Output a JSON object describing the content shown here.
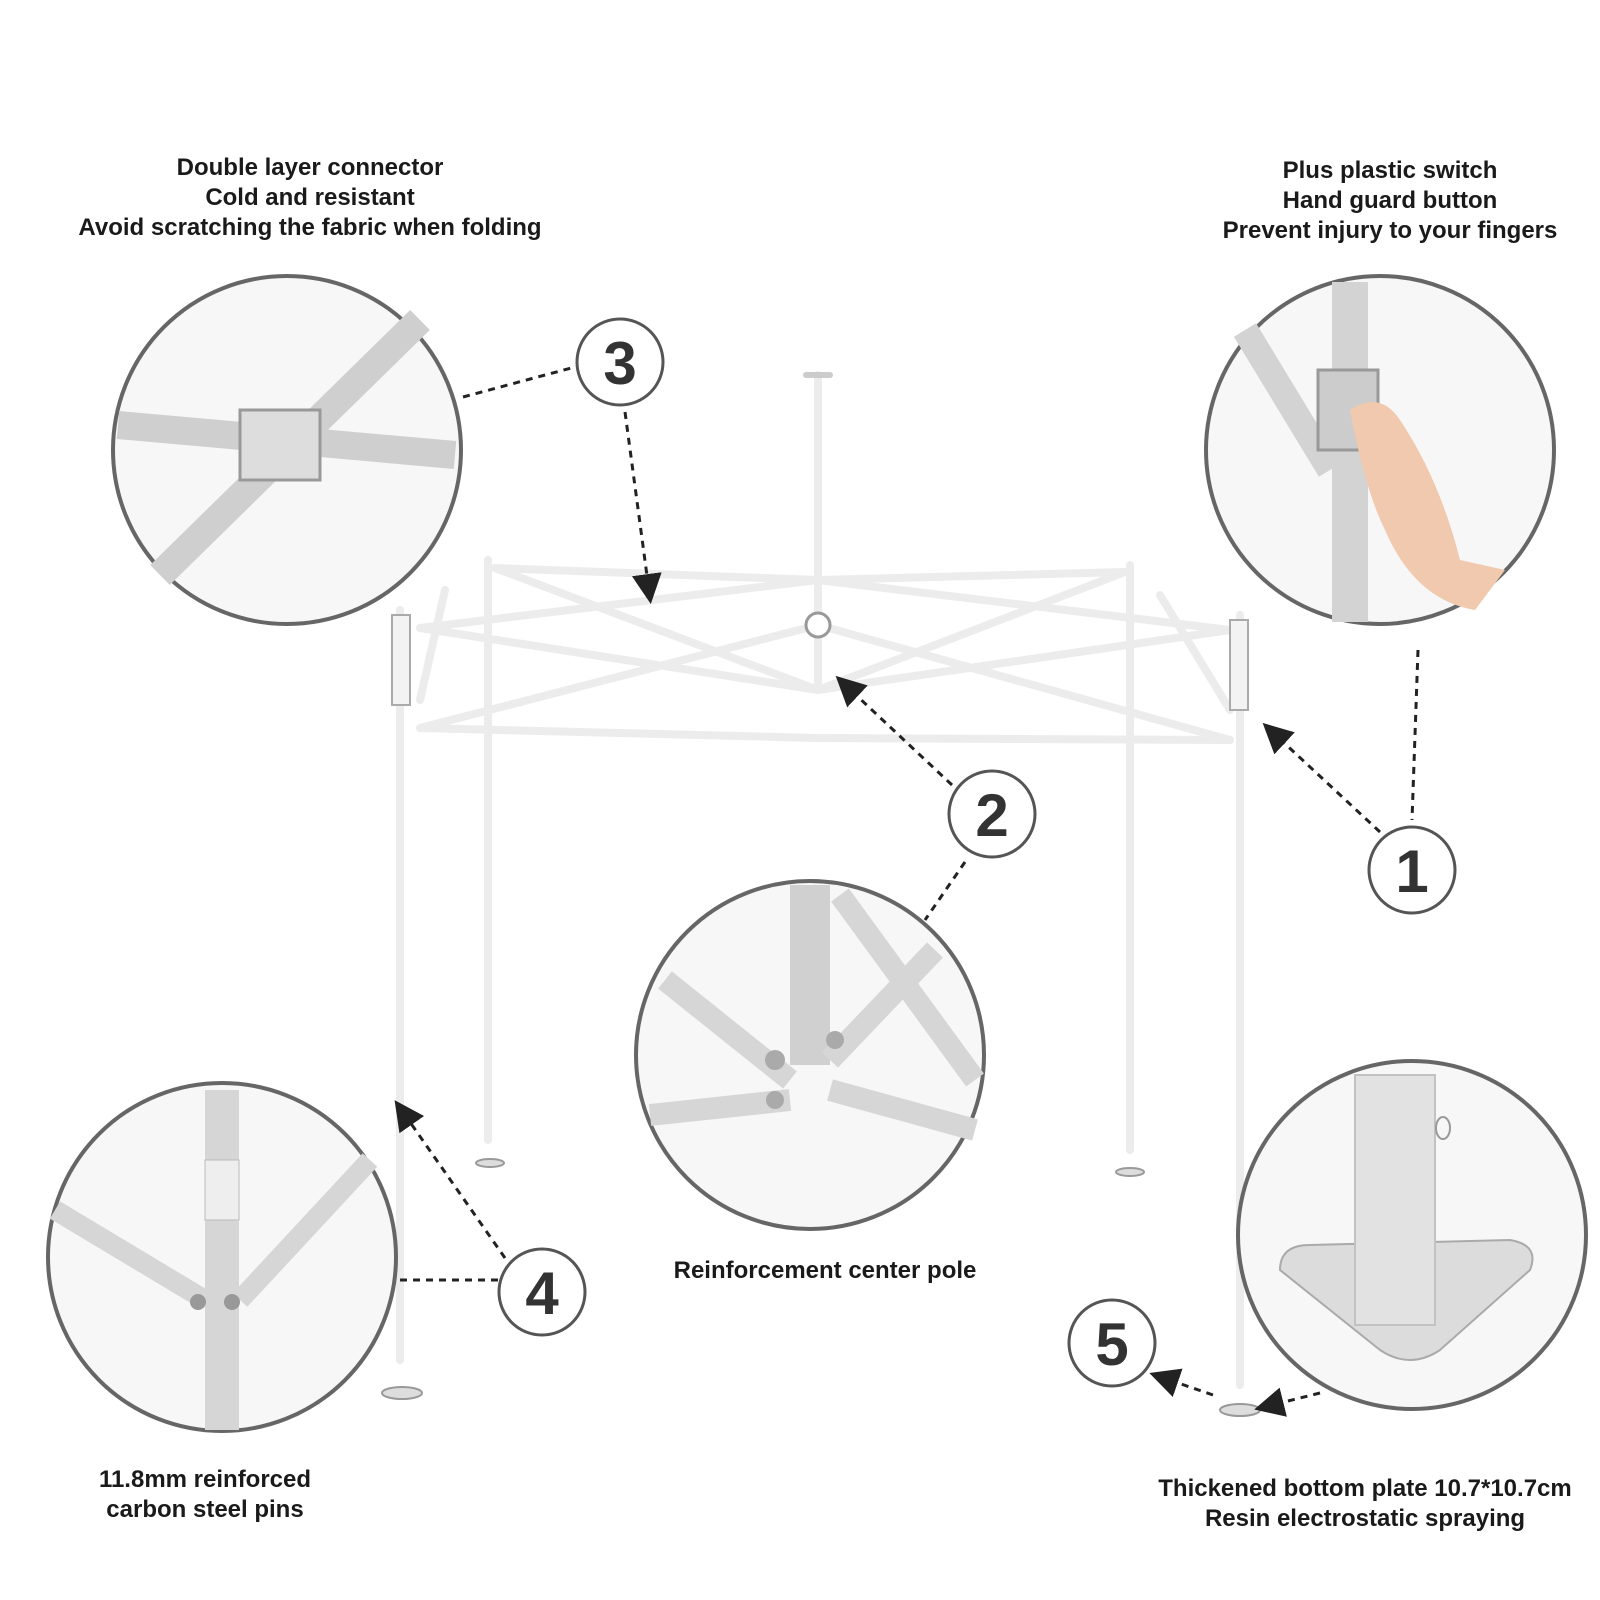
{
  "features": [
    {
      "number": "1",
      "lines": [
        "Plus plastic switch",
        "Hand guard button",
        "Prevent injury to your fingers"
      ]
    },
    {
      "number": "2",
      "lines": [
        "Reinforcement center pole"
      ]
    },
    {
      "number": "3",
      "lines": [
        "Double layer connector",
        "Cold and resistant",
        "Avoid scratching the fabric when folding"
      ]
    },
    {
      "number": "4",
      "lines": [
        "11.8mm reinforced",
        "carbon steel pins"
      ]
    },
    {
      "number": "5",
      "lines": [
        "Thickened bottom plate 10.7*10.7cm",
        "Resin electrostatic spraying"
      ]
    }
  ],
  "colors": {
    "frame": "#e8e8e8",
    "frame_edge": "#b5b5b5",
    "circle": "#666666",
    "text": "#1a1a1a"
  }
}
